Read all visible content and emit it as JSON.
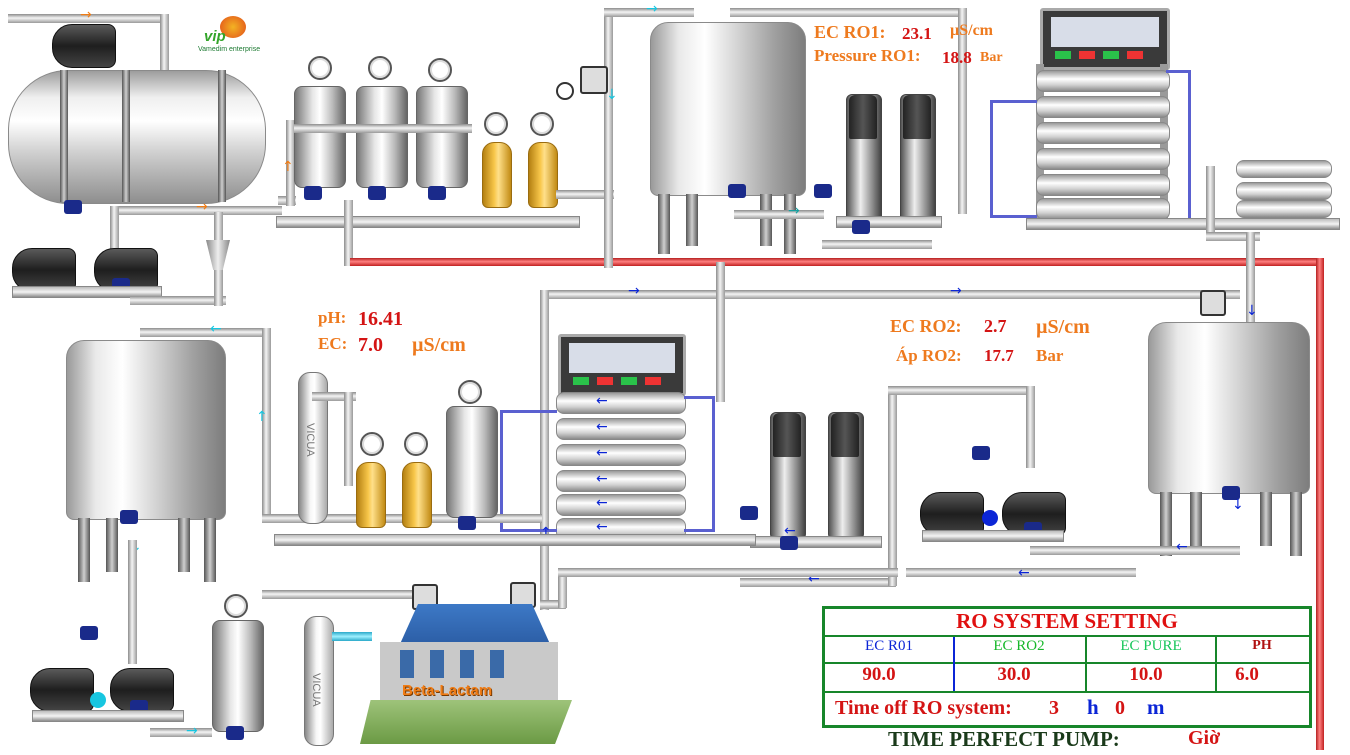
{
  "brand": {
    "logo_text": "Vamedim",
    "logo_sub": "enterprise"
  },
  "ro1": {
    "ec_label": "EC RO1:",
    "ec_value": "23.1",
    "ec_unit": "µS/cm",
    "pressure_label": "Pressure RO1:",
    "pressure_value": "18.8",
    "pressure_unit": "Bar"
  },
  "ro2": {
    "ec_label": "EC RO2:",
    "ec_value": "2.7",
    "ec_unit": "µS/cm",
    "pressure_label": "Áp RO2:",
    "pressure_value": "17.7",
    "pressure_unit": "Bar"
  },
  "product": {
    "ph_label": "pH:",
    "ph_value": "16.41",
    "ec_label": "EC:",
    "ec_value": "7.0",
    "ec_unit": "µS/cm"
  },
  "uv_label": "VICUA",
  "building_label": "Beta-Lactam",
  "settings": {
    "title": "RO SYSTEM SETTING",
    "headers": [
      "EC R01",
      "EC RO2",
      "EC PURE",
      "PH"
    ],
    "values": [
      "90.0",
      "30.0",
      "10.0",
      "6.0"
    ],
    "time_off_label": "Time off RO system:",
    "time_off_hours": "3",
    "hour_unit": "h",
    "time_off_minutes": "0",
    "minute_unit": "m",
    "colors": {
      "border": "#17862a",
      "title": "#e01010",
      "header_ro1": "#0b25d6",
      "header_ro2": "#17b82a",
      "header_pure": "#17c65a",
      "header_ph": "#b01010"
    }
  },
  "perfect_pump": {
    "label": "TIME PERFECT PUMP:",
    "unit": "Giờ"
  },
  "colors": {
    "label_orange": "#ee7a1e",
    "value_red": "#d41414",
    "flow_blue": "#0b25d6",
    "flow_cyan": "#17c6e0",
    "hot_pipe": "#e03030"
  }
}
